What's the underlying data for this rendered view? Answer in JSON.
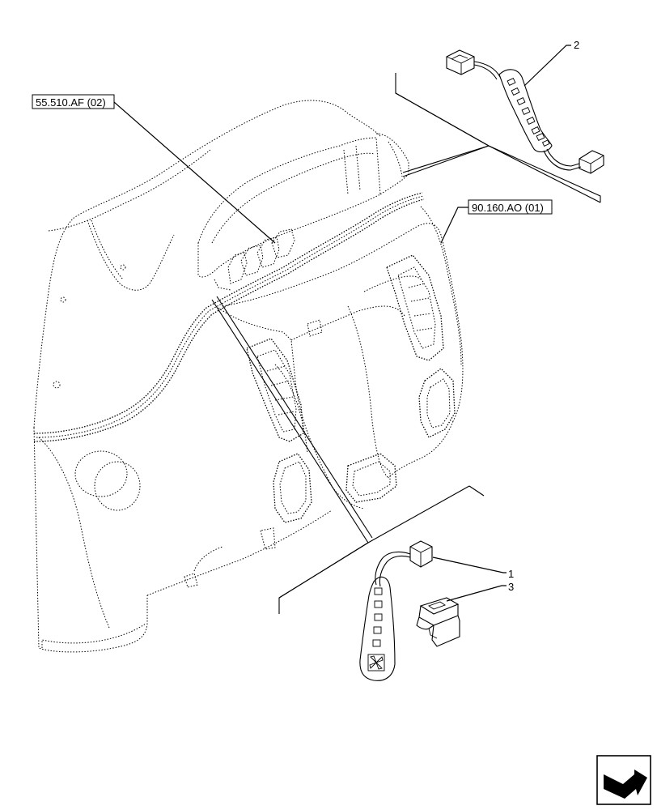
{
  "references": {
    "ref_left": "55.510.AF (02)",
    "ref_right": "90.160.AO (01)"
  },
  "callouts": {
    "c1": "1",
    "c2": "2",
    "c3": "3"
  },
  "icons": {
    "nav": "next-page-arrow-icon"
  }
}
